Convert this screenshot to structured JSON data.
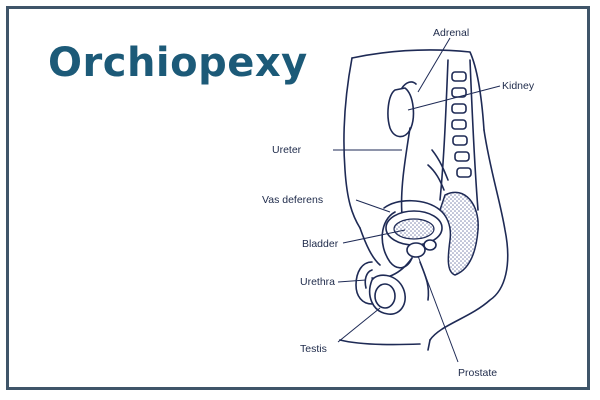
{
  "title": "Orchiopexy",
  "colors": {
    "title": "#1c5a78",
    "frame": "#3f5569",
    "ink": "#1e2a55",
    "stipple": "#8a93b8"
  },
  "labels": {
    "adrenal": "Adrenal",
    "kidney": "Kidney",
    "ureter": "Ureter",
    "vas_deferens": "Vas deferens",
    "bladder": "Bladder",
    "urethra": "Urethra",
    "testis": "Testis",
    "prostate": "Prostate"
  }
}
